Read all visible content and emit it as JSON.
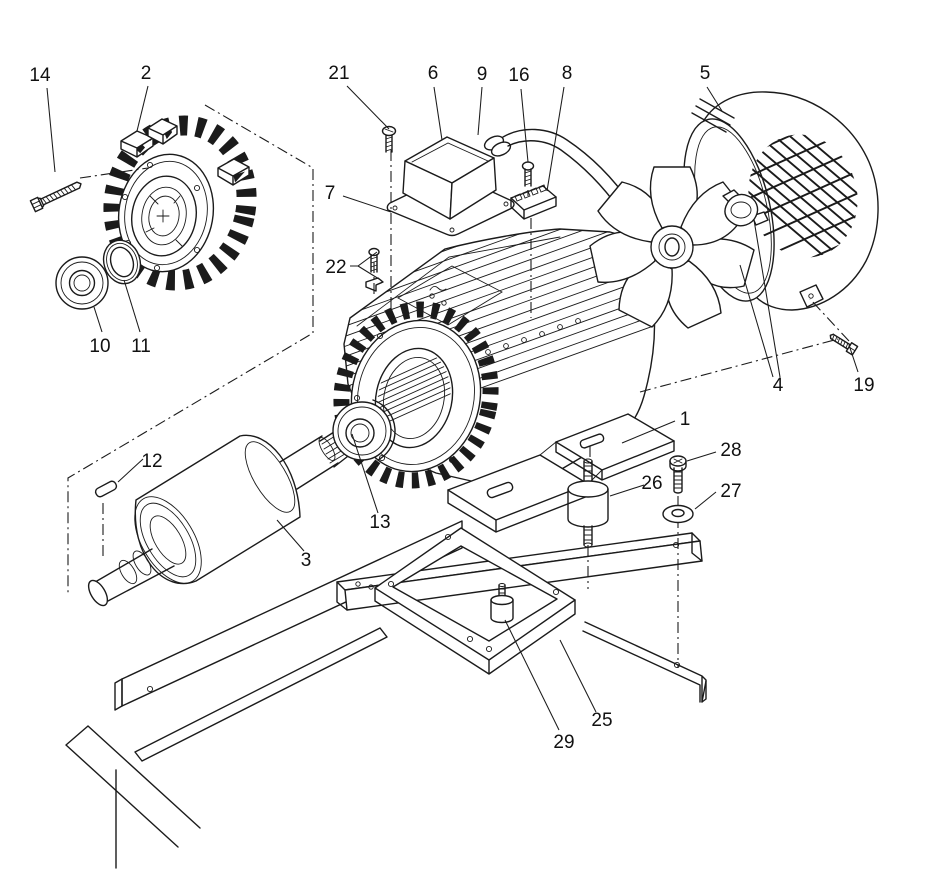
{
  "diagram": {
    "kind": "exploded-parts-diagram",
    "subject": "electric-motor-assembly",
    "colors": {
      "line": "#1b1b1b",
      "background": "#ffffff"
    },
    "labels": [
      {
        "number": "14"
      },
      {
        "number": "2"
      },
      {
        "number": "21"
      },
      {
        "number": "6"
      },
      {
        "number": "9"
      },
      {
        "number": "16"
      },
      {
        "number": "8"
      },
      {
        "number": "5"
      },
      {
        "number": "7"
      },
      {
        "number": "22"
      },
      {
        "number": "10"
      },
      {
        "number": "11"
      },
      {
        "number": "12"
      },
      {
        "number": "3"
      },
      {
        "number": "13"
      },
      {
        "number": "4"
      },
      {
        "number": "19"
      },
      {
        "number": "1"
      },
      {
        "number": "28"
      },
      {
        "number": "26"
      },
      {
        "number": "27"
      },
      {
        "number": "25"
      },
      {
        "number": "29"
      }
    ]
  }
}
